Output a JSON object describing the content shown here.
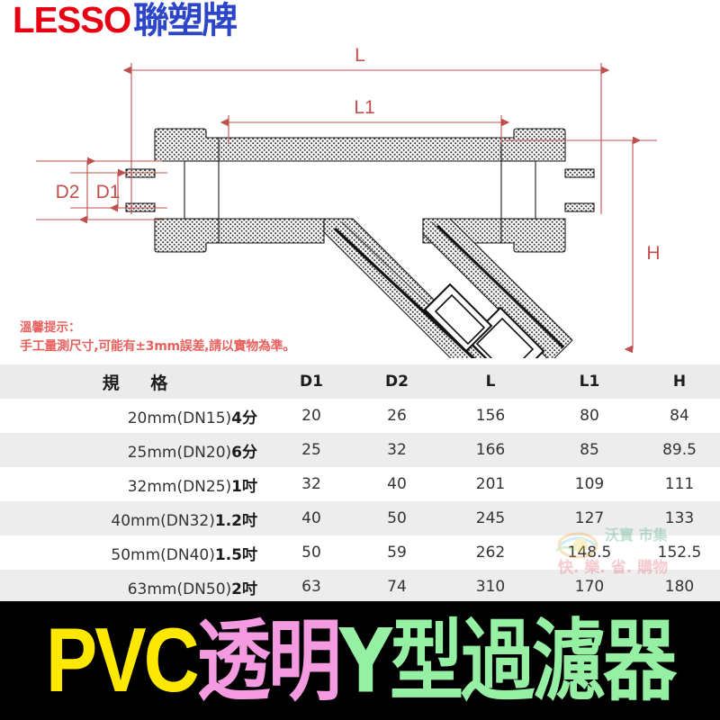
{
  "brand": {
    "latin": "LESSO",
    "cjk": "聯塑牌",
    "latin_color": "#e60012",
    "cjk_color": "#2d46c8"
  },
  "drawing": {
    "title": "PVC Y-strainer cross-section drawing",
    "dimension_color": "#c0504d",
    "labels": {
      "L": "L",
      "L1": "L1",
      "D1": "D1",
      "D2": "D2",
      "H": "H"
    }
  },
  "note": {
    "line1": "溫馨提示：",
    "line2": "手工量測尺寸,可能有±3mm誤差,請以實物為準。",
    "color": "#e8615e"
  },
  "table": {
    "headers": [
      "規 格",
      "D1",
      "D2",
      "L",
      "L1",
      "H"
    ],
    "rows": [
      {
        "spec": "20mm(DN15)",
        "inch": "4分",
        "D1": "20",
        "D2": "26",
        "L": "156",
        "L1": "80",
        "H": "84"
      },
      {
        "spec": "25mm(DN20)",
        "inch": "6分",
        "D1": "25",
        "D2": "32",
        "L": "166",
        "L1": "85",
        "H": "89.5"
      },
      {
        "spec": "32mm(DN25)",
        "inch": "1吋",
        "D1": "32",
        "D2": "40",
        "L": "201",
        "L1": "109",
        "H": "111"
      },
      {
        "spec": "40mm(DN32)",
        "inch": "1.2吋",
        "D1": "40",
        "D2": "50",
        "L": "245",
        "L1": "127",
        "H": "133"
      },
      {
        "spec": "50mm(DN40)",
        "inch": "1.5吋",
        "D1": "50",
        "D2": "59",
        "L": "262",
        "L1": "148.5",
        "H": "152.5"
      },
      {
        "spec": "63mm(DN50)",
        "inch": "2吋",
        "D1": "63",
        "D2": "74",
        "L": "310",
        "L1": "170",
        "H": "180"
      }
    ]
  },
  "watermark": {
    "line1": "沃寶 市集",
    "line2": "快. 樂. 省. 購物"
  },
  "banner": {
    "part1": "PVC",
    "part2": "透明",
    "part3": "Y型過濾器",
    "part1_color": "#ffe800",
    "part2_color": "#f49ae0",
    "part3_color": "#96f0a3",
    "background": "#000000"
  }
}
